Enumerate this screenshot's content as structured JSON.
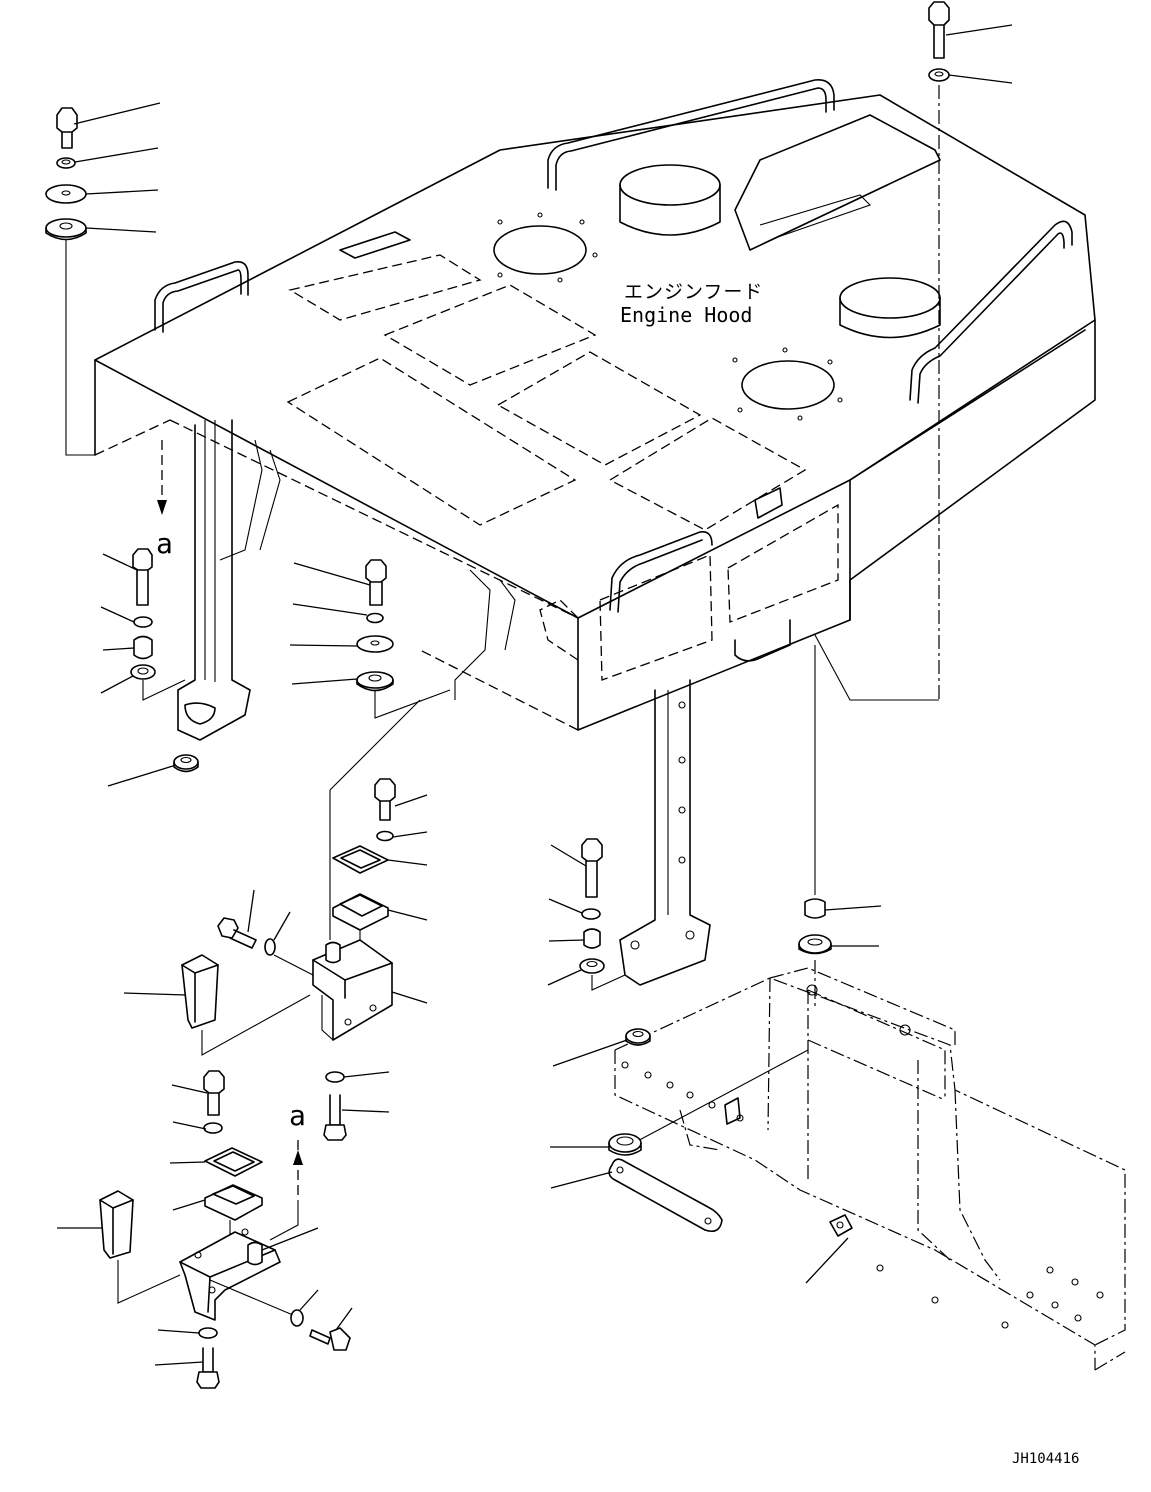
{
  "title_jp": "エンジンフード",
  "title_en": "Engine Hood",
  "view_mark_1": "a",
  "view_mark_2": "a",
  "drawing_number": "JH104416"
}
